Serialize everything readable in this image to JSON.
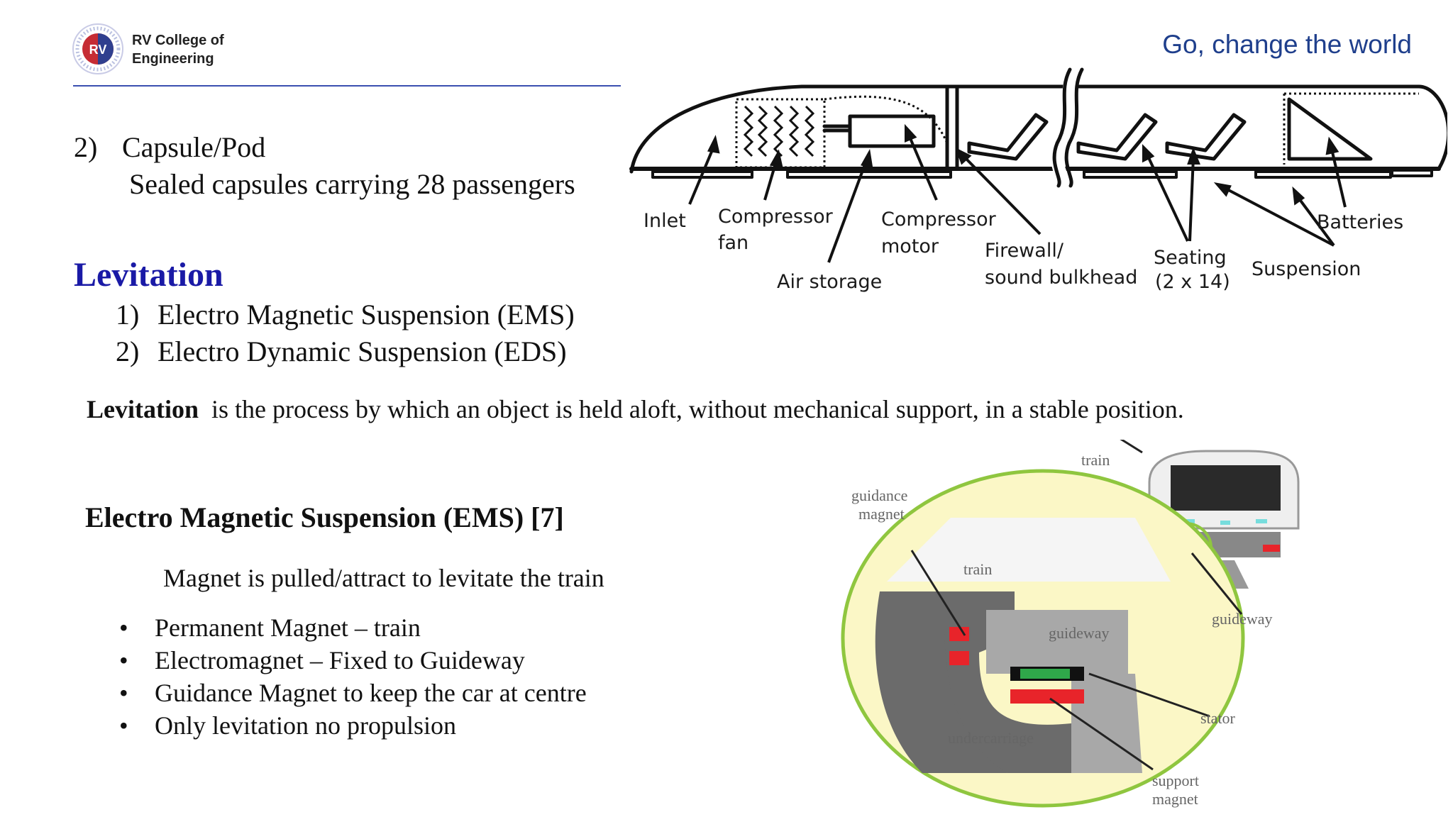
{
  "header": {
    "logo_monogram": "RV",
    "logo_line1": "RV College of",
    "logo_line2": "Engineering",
    "tagline": "Go, change the world"
  },
  "capsule": {
    "number": "2)",
    "title": "Capsule/Pod",
    "description": "Sealed capsules carrying 28 passengers"
  },
  "capsule_diagram": {
    "labels": {
      "inlet": "Inlet",
      "compressor_fan_1": "Compressor",
      "compressor_fan_2": "fan",
      "air_storage": "Air storage",
      "compressor_motor_1": "Compressor",
      "compressor_motor_2": "motor",
      "firewall_1": "Firewall/",
      "firewall_2": "sound bulkhead",
      "seating_1": "Seating",
      "seating_2": "(2 x 14)",
      "suspension": "Suspension",
      "batteries": "Batteries"
    }
  },
  "levitation": {
    "heading": "Levitation",
    "types": [
      {
        "num": "1)",
        "text": "Electro Magnetic Suspension (EMS)"
      },
      {
        "num": "2)",
        "text": "Electro Dynamic Suspension (EDS)"
      }
    ],
    "definition_term": "Levitation",
    "definition_text": "is the process by which an object is held aloft, without mechanical support, in a stable position."
  },
  "ems": {
    "heading": "Electro Magnetic Suspension (EMS) [7]",
    "intro": "Magnet is pulled/attract to levitate the train",
    "bullet_char": "•",
    "bullets": [
      "Permanent Magnet – train",
      "Electromagnet – Fixed to Guideway",
      "Guidance Magnet to keep the car at centre",
      "Only levitation no propulsion"
    ]
  },
  "ems_diagram": {
    "labels": {
      "train_top": "train",
      "guidance_1": "guidance",
      "guidance_2": "magnet",
      "train_inner": "train",
      "guideway_inner": "guideway",
      "guideway_outer": "guideway",
      "stator": "stator",
      "undercarriage": "undercarriage",
      "support_1": "support",
      "support_2": "magnet"
    },
    "colors": {
      "ellipse_outline": "#8fc63f",
      "ellipse_fill": "#fbf7c6",
      "magnet_red": "#e8242a",
      "stator_green": "#2fa84a"
    }
  }
}
